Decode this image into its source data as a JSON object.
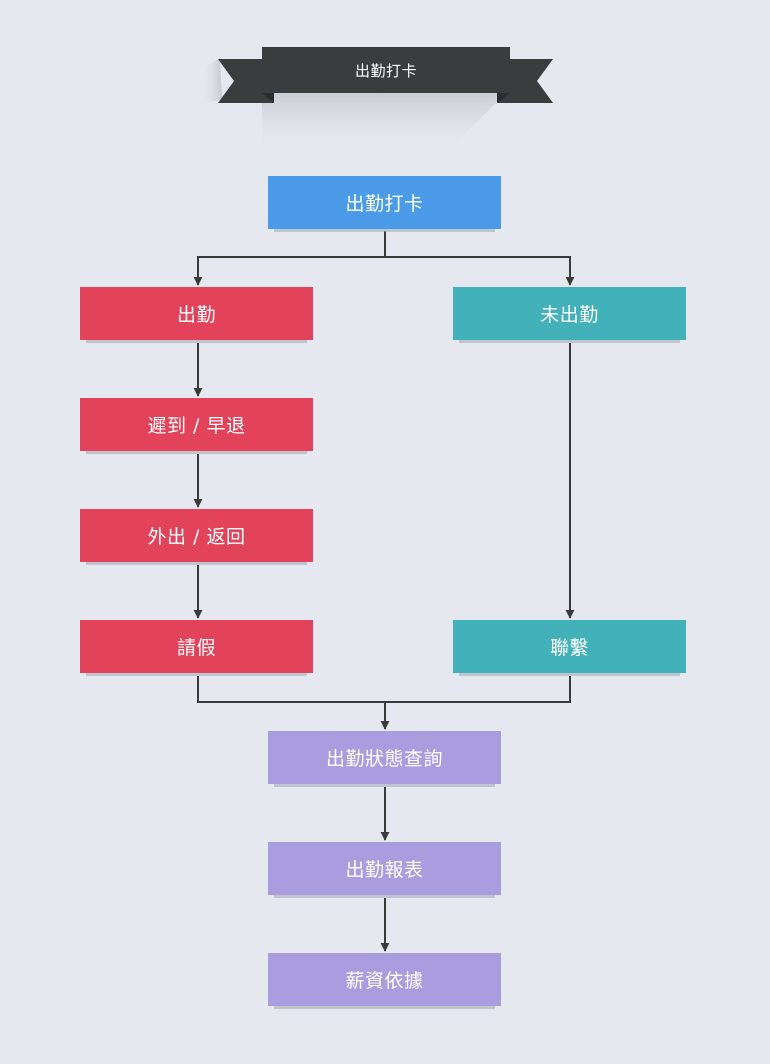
{
  "banner": {
    "title": "出勤打卡"
  },
  "nodes": {
    "root": "出勤打卡",
    "attend": "出勤",
    "late_early": "遲到 / 早退",
    "out_return": "外出 / 返回",
    "leave": "請假",
    "absent": "未出勤",
    "contact": "聯繫",
    "status_query": "出勤狀態查詢",
    "report": "出勤報表",
    "payroll_basis": "薪資依據"
  },
  "colors": {
    "background": "#e5e8ee",
    "banner": "#3b3c3e",
    "banner_fold": "#2b2c2e",
    "root": "#4b9be8",
    "attend_branch": "#e2425a",
    "absent_branch": "#42b1b9",
    "output": "#a99de0",
    "connector": "#3a3a3a"
  }
}
